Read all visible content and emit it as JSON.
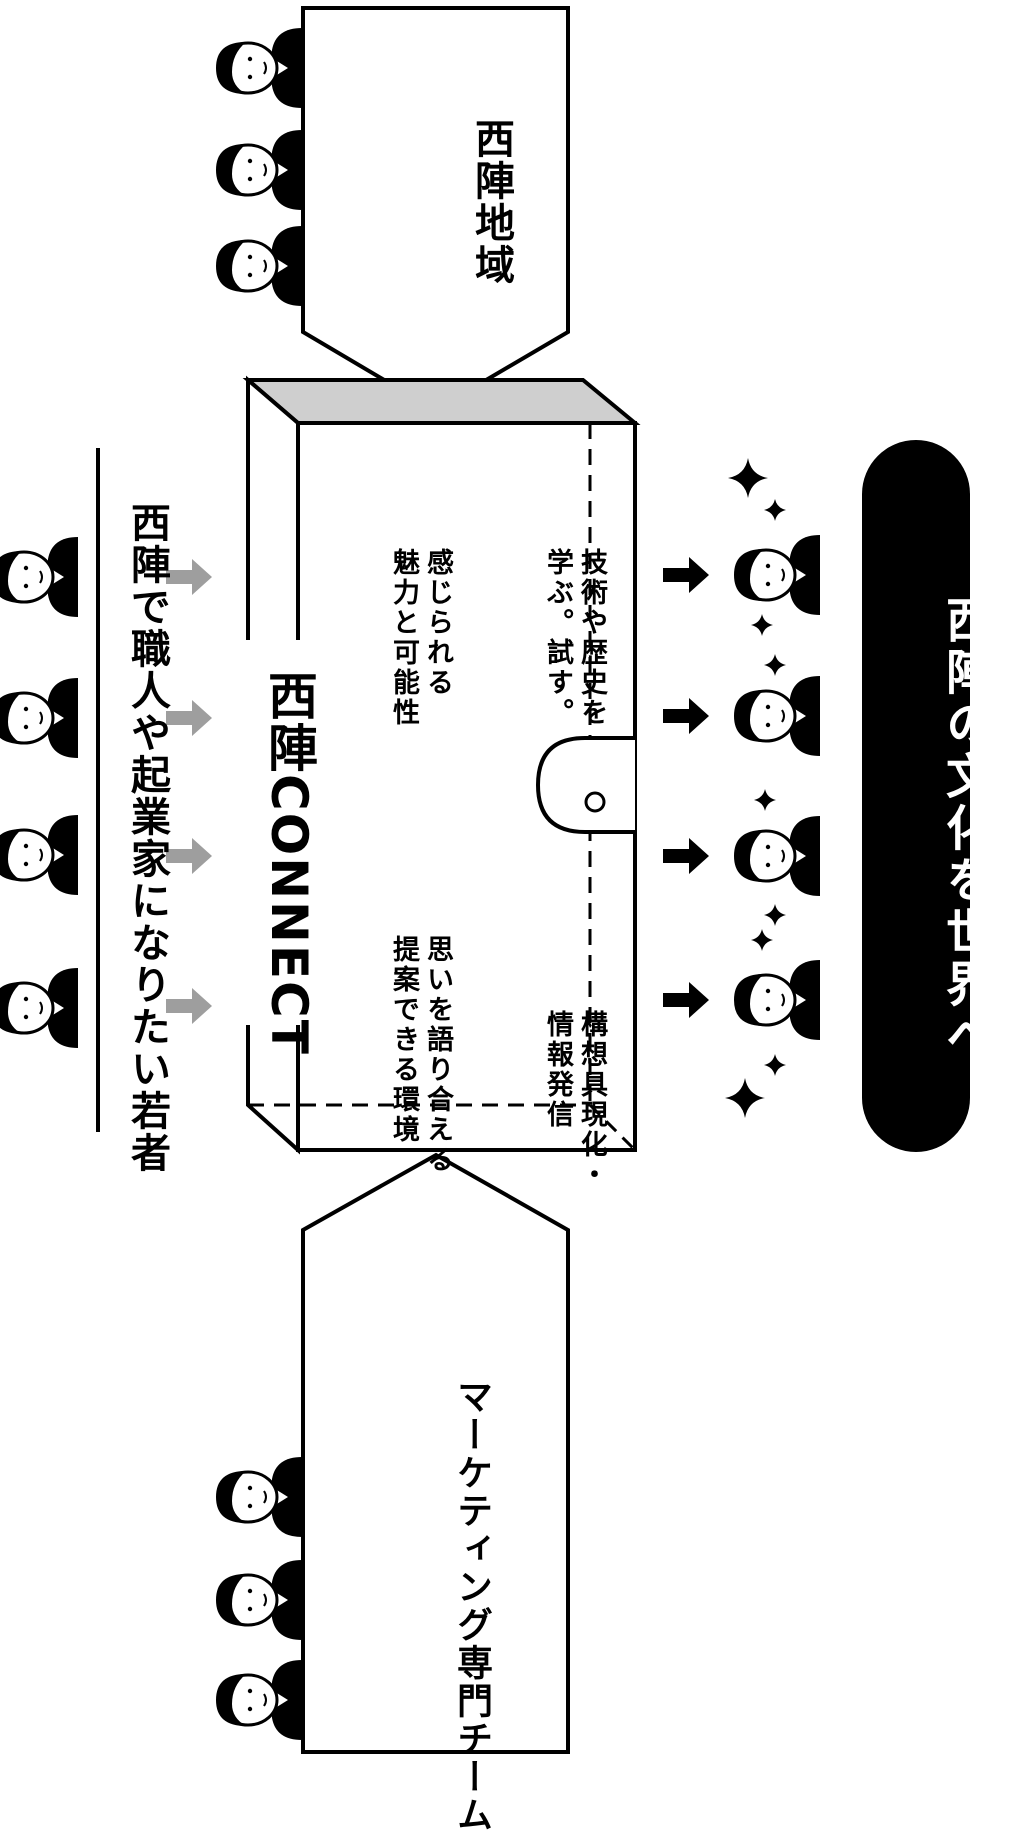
{
  "diagram": {
    "youth_label": "西陣で職人や起業家になりたい若者",
    "region_label": "西陣地域",
    "marketing_label": "マーケティング専門チーム",
    "title_kanji": "西陣",
    "title_latin": "CONNECT",
    "features": [
      {
        "line1": "思いを語り合える",
        "line2": "提案できる環境"
      },
      {
        "line1": "感じられる",
        "line2": "魅力と可能性"
      },
      {
        "line1": "構想具現化・",
        "line2": "情報発信"
      },
      {
        "line1": "技術や歴史を",
        "line2": "学ぶ。試す。"
      }
    ],
    "outcome_label": "西陣の文化を世界へ！",
    "colors": {
      "ink": "#000000",
      "input_arrow": "#9e9e9e",
      "box_top": "#cfcfcf",
      "background": "#ffffff"
    },
    "icons": [
      "person-icon",
      "arrow-right-icon",
      "sparkle-icon",
      "clasp-icon"
    ]
  }
}
